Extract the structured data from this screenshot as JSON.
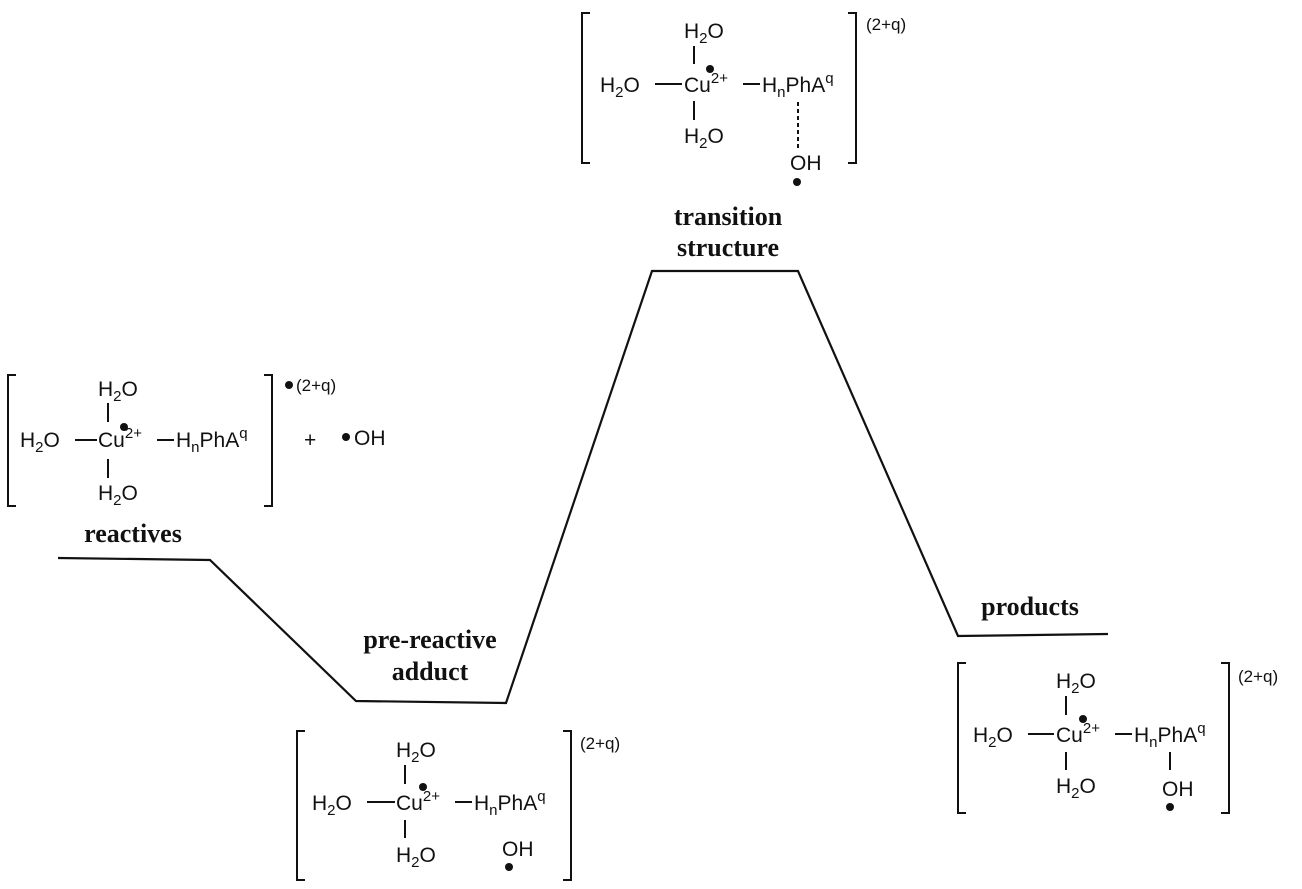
{
  "stages": {
    "reactives": "reactives",
    "pre_reactive_line1": "pre-reactive",
    "pre_reactive_line2": "adduct",
    "transition_line1": "transition",
    "transition_line2": "structure",
    "products": "products"
  },
  "chem": {
    "h": "H",
    "two": "2",
    "o": "O",
    "cu": "Cu",
    "charge_cu": "2+",
    "n": "n",
    "pha": "PhA",
    "q": "q",
    "oh": "OH",
    "plus": "+",
    "total_charge": "(2+q)"
  }
}
